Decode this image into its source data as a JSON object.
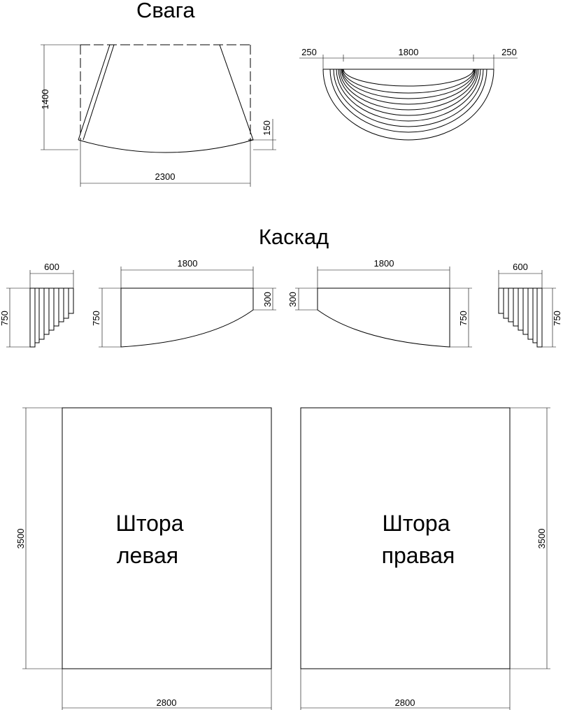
{
  "swag": {
    "title": "Свага",
    "dim_height": "1400",
    "dim_drop": "150",
    "dim_width": "2300",
    "top_left": "250",
    "top_middle": "1800",
    "top_right": "250"
  },
  "cascade": {
    "title": "Каскад",
    "left_side_width": "600",
    "left_side_height": "750",
    "left_panel_width": "1800",
    "left_panel_height": "750",
    "left_panel_short": "300",
    "right_panel_width": "1800",
    "right_panel_short": "300",
    "right_panel_height": "750",
    "right_side_width": "600",
    "right_side_height": "750"
  },
  "curtains": {
    "left": {
      "label_line1": "Штора",
      "label_line2": "левая",
      "height": "3500",
      "width": "2800"
    },
    "right": {
      "label_line1": "Штора",
      "label_line2": "правая",
      "height": "3500",
      "width": "2800"
    }
  }
}
